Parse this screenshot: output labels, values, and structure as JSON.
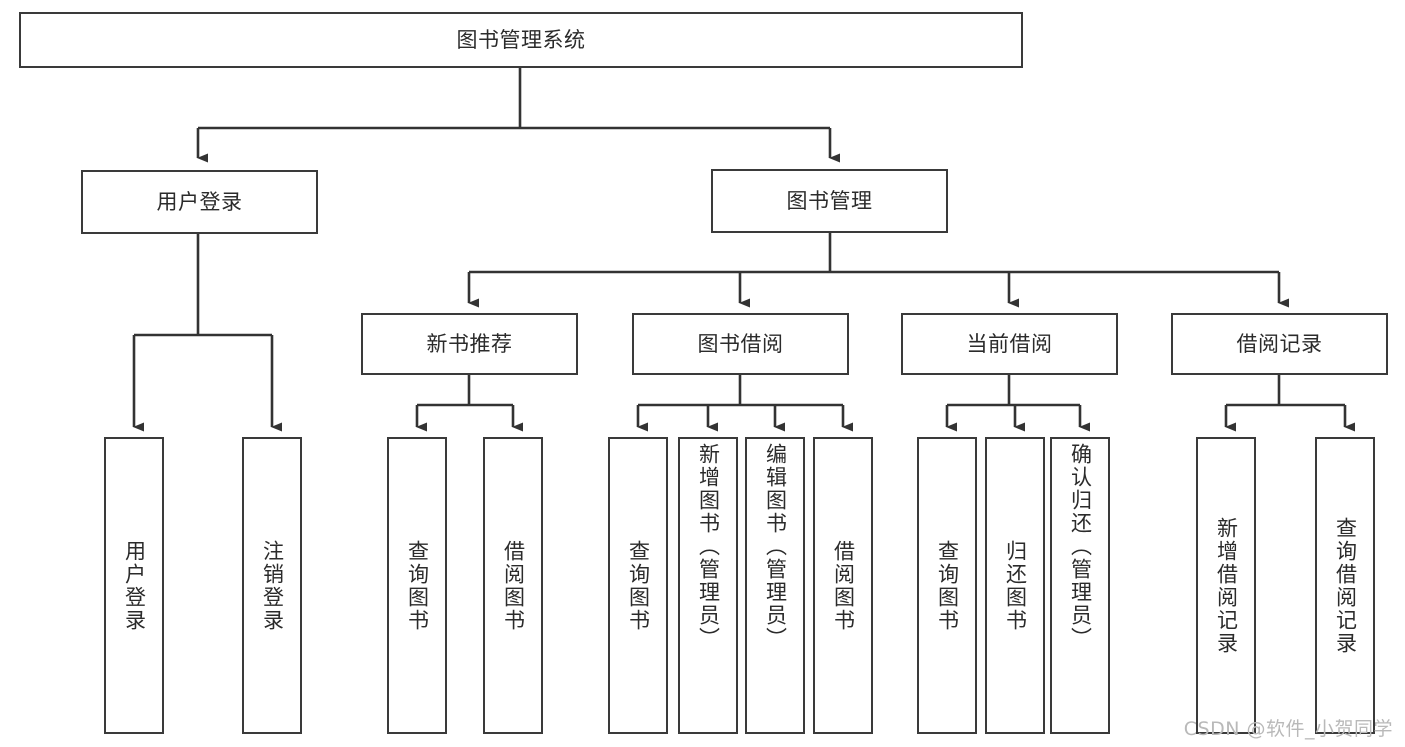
{
  "diagram": {
    "title": "图书管理系统",
    "type": "tree",
    "watermark": "CSDN @软件_小贺同学",
    "colors": {
      "box_border": "#3a3a3a",
      "box_fill": "#ffffff",
      "connector": "#333333",
      "text": "#2b2b2b",
      "watermark": "#b9b9b9",
      "background": "#ffffff"
    },
    "root": {
      "label": "图书管理系统"
    },
    "level1": [
      {
        "label": "用户登录"
      },
      {
        "label": "图书管理"
      }
    ],
    "level2": [
      {
        "label": "新书推荐"
      },
      {
        "label": "图书借阅"
      },
      {
        "label": "当前借阅"
      },
      {
        "label": "借阅记录"
      }
    ],
    "leaves": {
      "user_login": [
        {
          "label": "用户登录"
        },
        {
          "label": "注销登录"
        }
      ],
      "new_book_recommend": [
        {
          "label": "查询图书"
        },
        {
          "label": "借阅图书"
        }
      ],
      "book_borrow": [
        {
          "label": "查询图书"
        },
        {
          "label": "新增图书（管理员）"
        },
        {
          "label": "编辑图书（管理员）"
        },
        {
          "label": "借阅图书"
        }
      ],
      "current_borrow": [
        {
          "label": "查询图书"
        },
        {
          "label": "归还图书"
        },
        {
          "label": "确认归还（管理员）"
        }
      ],
      "borrow_record": [
        {
          "label": "新增借阅记录"
        },
        {
          "label": "查询借阅记录"
        }
      ]
    }
  }
}
